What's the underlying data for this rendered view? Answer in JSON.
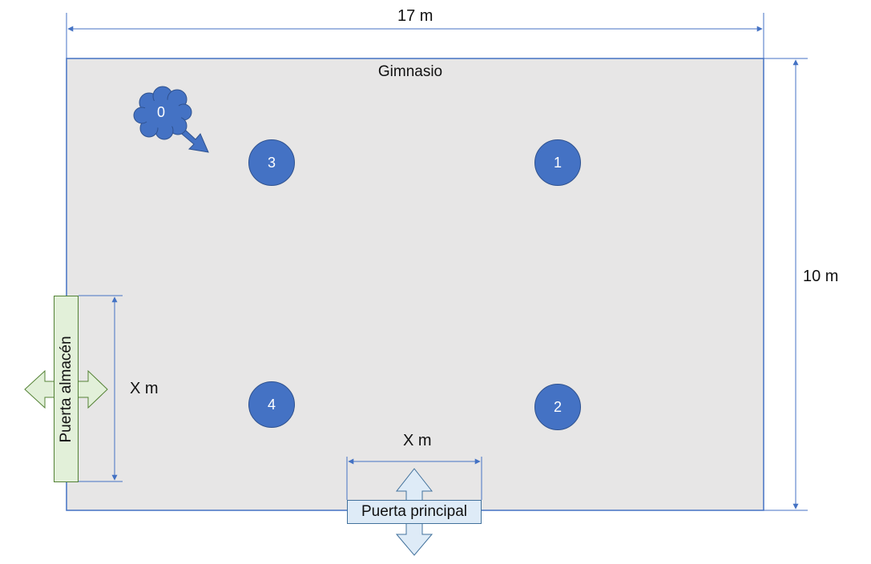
{
  "room": {
    "title": "Gimnasio",
    "fill_color": "#e7e6e6",
    "border_color": "#4472c4"
  },
  "dimensions": {
    "width_label": "17 m",
    "height_label": "10 m",
    "side_door_label": "X m",
    "main_door_label": "X m",
    "line_color": "#4472c4"
  },
  "markers": [
    {
      "id": "3",
      "label": "3"
    },
    {
      "id": "1",
      "label": "1"
    },
    {
      "id": "4",
      "label": "4"
    },
    {
      "id": "2",
      "label": "2"
    }
  ],
  "start": {
    "label": "0",
    "icon": "cloud-icon",
    "direction": "arrow-down-right-icon",
    "color": "#4472c4"
  },
  "doors": {
    "main": {
      "label": "Puerta principal",
      "color": "#deebf7",
      "arrow_icon": "double-arrow-vertical-icon"
    },
    "side": {
      "label": "Puerta almacén",
      "color": "#e2f0d9",
      "arrow_icon": "double-arrow-horizontal-icon"
    }
  }
}
